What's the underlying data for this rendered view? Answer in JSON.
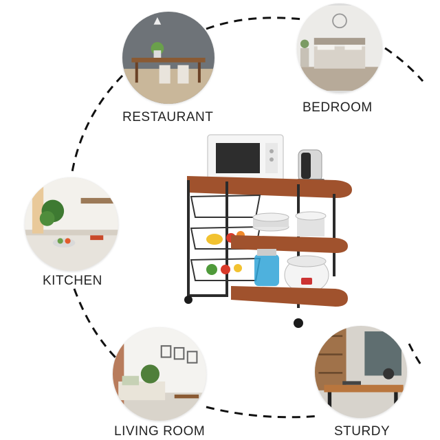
{
  "labels": {
    "restaurant": "RESTAURANT",
    "bedroom": "BEDROOM",
    "kitchen": "KITCHEN",
    "living_room": "LIVING ROOM",
    "sturdy": "STURDY"
  },
  "colors": {
    "wood": "#a0522d",
    "frame": "#2b2b2b",
    "ring": "#111111"
  }
}
